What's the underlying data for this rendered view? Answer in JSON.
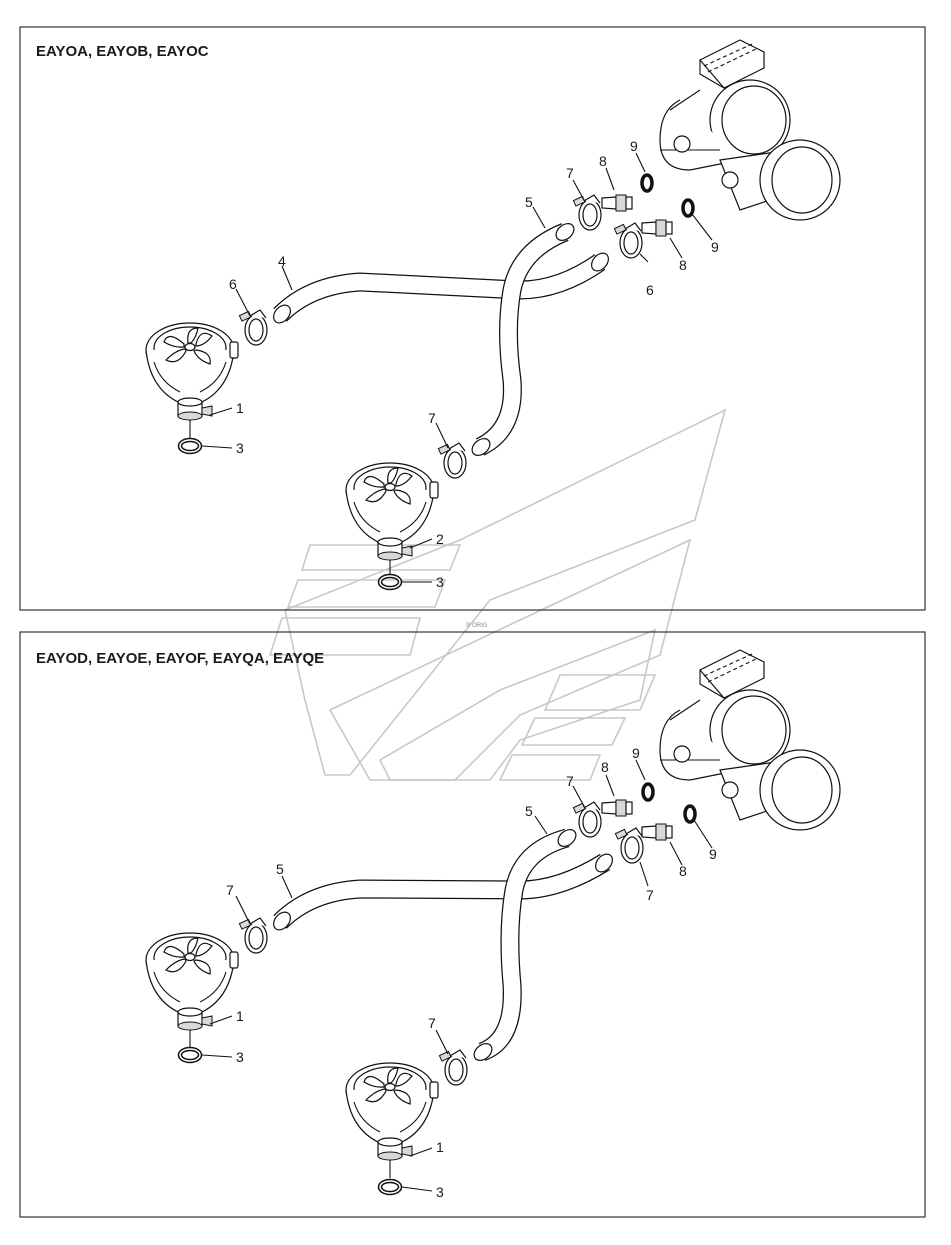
{
  "panels": [
    {
      "title": "EAYOA, EAYOB, EAYOC",
      "callouts": [
        "4",
        "5",
        "6",
        "6",
        "7",
        "7",
        "8",
        "8",
        "9",
        "9",
        "1",
        "2",
        "3",
        "3"
      ]
    },
    {
      "title": "EAYOD, EAYOE, EAYOF, EAYQA, EAYQE",
      "callouts": [
        "5",
        "5",
        "7",
        "7",
        "7",
        "7",
        "8",
        "8",
        "9",
        "9",
        "1",
        "1",
        "3",
        "3"
      ]
    }
  ],
  "watermark": {
    "kind": "logo",
    "text": "® ORIG"
  },
  "colors": {
    "line": "#111111",
    "frame": "#333333",
    "shade": "#d9d9d9",
    "watermark": "#c8c8c8"
  }
}
